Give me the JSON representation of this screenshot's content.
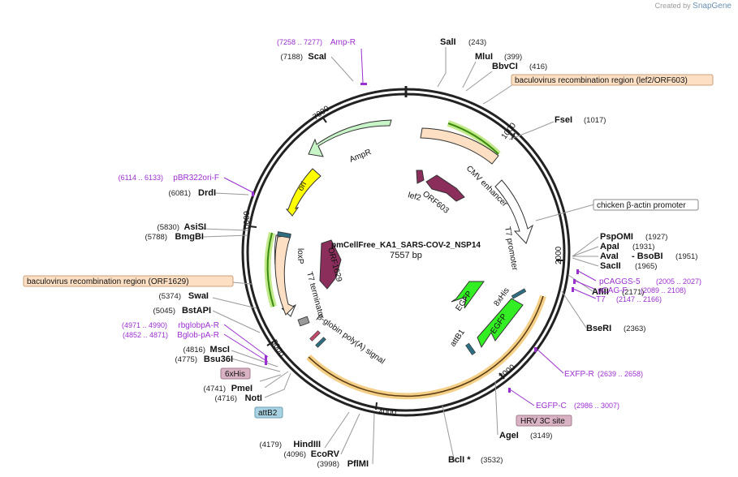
{
  "app": {
    "credit_prefix": "Created by",
    "credit_brand": "SnapGene"
  },
  "plasmid": {
    "name": "pmCellFree_KA1_SARS-COV-2_NSP14",
    "length_label": "7557 bp"
  },
  "ticks": [
    "1000",
    "2000",
    "3000",
    "4000",
    "5000",
    "6000",
    "7000"
  ],
  "features": {
    "ampr": "AmpR",
    "ori": "ori",
    "loxp": "loxP",
    "orf1629": "ORF1629",
    "t7_terminator": "T7 terminator",
    "globin_polya": "β-globin poly(A) signal",
    "cmv_enhancer": "CMV enhancer",
    "t7_promoter": "T7 promoter",
    "lef2": "lef2",
    "orf603": "ORF603",
    "egfp_1": "EGFP",
    "egfp_2": "EGFP",
    "his_8x": "8xHis",
    "attb1": "attB1"
  },
  "enzymes": [
    {
      "name": "SalI",
      "pos": "(243)"
    },
    {
      "name": "MluI",
      "pos": "(399)"
    },
    {
      "name": "BbvCI",
      "pos": "(416)"
    },
    {
      "name": "FseI",
      "pos": "(1017)"
    },
    {
      "name": "PspOMI",
      "pos": "(1927)"
    },
    {
      "name": "ApaI",
      "pos": "(1931)"
    },
    {
      "name": "AvaI",
      "pos": "(1951)",
      "extra": "- BsoBI"
    },
    {
      "name": "SacII",
      "pos": "(1965)"
    },
    {
      "name": "AflII",
      "pos": "(2171)"
    },
    {
      "name": "BseRI",
      "pos": "(2363)"
    },
    {
      "name": "AgeI",
      "pos": "(3149)"
    },
    {
      "name": "BclI *",
      "pos": "(3532)"
    },
    {
      "name": "PflMI",
      "pos": "(3998)"
    },
    {
      "name": "EcoRV",
      "pos": "(4096)"
    },
    {
      "name": "HindIII",
      "pos": "(4179)"
    },
    {
      "name": "NotI",
      "pos": "(4716)"
    },
    {
      "name": "PmeI",
      "pos": "(4741)"
    },
    {
      "name": "Bsu36I",
      "pos": "(4775)"
    },
    {
      "name": "MscI",
      "pos": "(4816)"
    },
    {
      "name": "BstAPI",
      "pos": "(5045)"
    },
    {
      "name": "SwaI",
      "pos": "(5374)"
    },
    {
      "name": "BmgBI",
      "pos": "(5788)"
    },
    {
      "name": "AsiSI",
      "pos": "(5830)"
    },
    {
      "name": "DrdI",
      "pos": "(6081)"
    },
    {
      "name": "ScaI",
      "pos": "(7188)"
    }
  ],
  "primers": [
    {
      "name": "Amp-R",
      "range": "(7258 .. 7277)"
    },
    {
      "name": "pBR322ori-F",
      "range": "(6114 .. 6133)"
    },
    {
      "name": "rbglobpA-R",
      "range": "(4971 .. 4990)"
    },
    {
      "name": "Bglob-pA-R",
      "range": "(4852 .. 4871)"
    },
    {
      "name": "pCAGGS-5",
      "range": "(2005 .. 2027)"
    },
    {
      "name": "pCAG-F",
      "range": "(2089 .. 2108)"
    },
    {
      "name": "T7",
      "range": "(2147 .. 2166)"
    },
    {
      "name": "EXFP-R",
      "range": "(2639 .. 2658)"
    },
    {
      "name": "EGFP-C",
      "range": "(2986 .. 3007)"
    }
  ],
  "boxes": {
    "lef2_region": "baculovirus recombination region (lef2/ORF603)",
    "chicken_actin": "chicken β-actin promoter",
    "orf1629_region": "baculovirus recombination region (ORF1629)",
    "his_6x": "6xHis",
    "attb2": "attB2",
    "hrv3c": "HRV 3C site"
  },
  "colors": {
    "backbone": "#222222",
    "primer": "#9b30d0",
    "recomb_box": "#fde0c4",
    "pink_box": "#d9b3c3",
    "teal_box": "#a9d3e3",
    "ampr": "#c8f5c8",
    "ori": "#ffff00",
    "egfp": "#33ee22",
    "orf": "#8b2e5c",
    "region": "#fde0c4",
    "highlight": "#c2ea8a",
    "orange_highlight": "#f4cf88"
  }
}
